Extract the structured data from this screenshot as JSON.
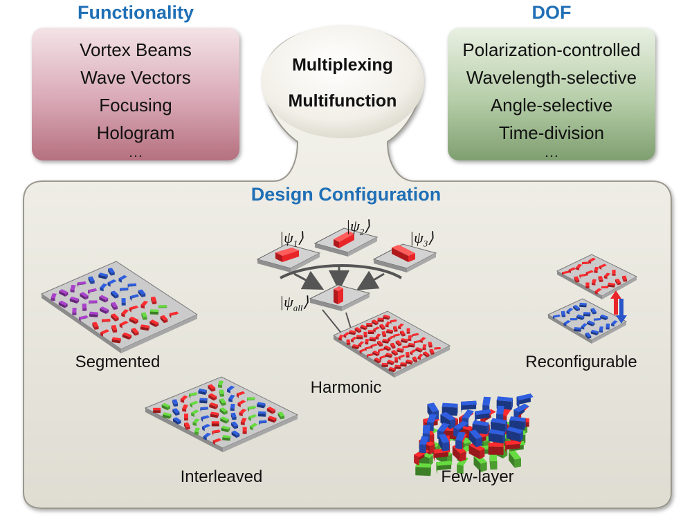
{
  "functionality": {
    "heading": "Functionality",
    "items": [
      "Vortex Beams",
      "Wave Vectors",
      "Focusing",
      "Hologram"
    ],
    "more": "…"
  },
  "dof": {
    "heading": "DOF",
    "items": [
      "Polarization-controlled",
      "Wavelength-selective",
      "Angle-selective",
      "Time-division"
    ],
    "more": "…"
  },
  "bubble": {
    "line1": "Multiplexing",
    "line2": "Multifunction"
  },
  "design": {
    "title": "Design Configuration",
    "configs": {
      "segmented": "Segmented",
      "interleaved": "Interleaved",
      "harmonic": "Harmonic",
      "reconfigurable": "Reconfigurable",
      "few_layer": "Few-layer"
    },
    "kets": {
      "psi1": "1",
      "psi2": "2",
      "psi3": "3",
      "psi_all": "all",
      "psi_symbol": "ψ"
    }
  },
  "colors": {
    "heading_blue": "#1f6fb5",
    "functionality_box": "#c38898",
    "dof_box": "#8fae82",
    "panel": "#ebe9df",
    "nano_red": "#e8262a",
    "nano_blue": "#2a55c8",
    "nano_green": "#5cc43a",
    "nano_purple": "#9a3ab8",
    "substrate": "#c8c8c8"
  }
}
